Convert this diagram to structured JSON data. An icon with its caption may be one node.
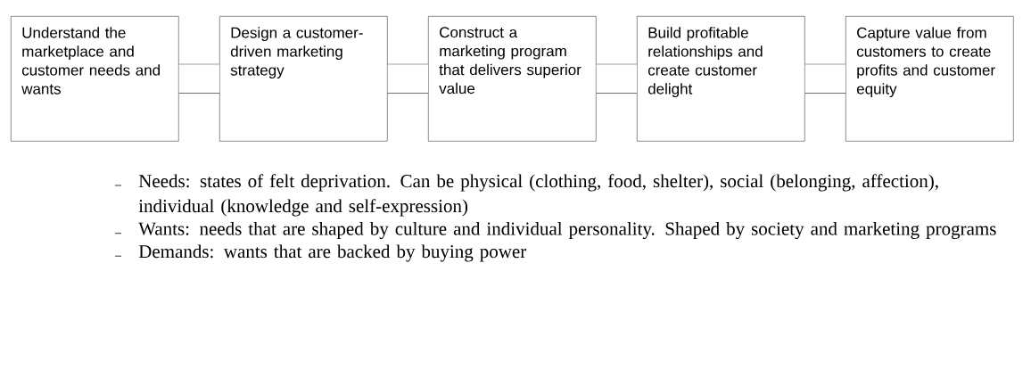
{
  "diagram": {
    "nodes": [
      {
        "text": [
          "Understand the marketplace and customer needs and wants"
        ]
      },
      {
        "text": [
          "Design a customer-driven marketing strategy"
        ]
      },
      {
        "text": [
          "Construct a marketing program that delivers superior value"
        ]
      },
      {
        "text": [
          "Build profitable relationships and create customer delight"
        ]
      },
      {
        "text": [
          "Capture value from customers to create profits and customer equity"
        ]
      }
    ],
    "edges": [
      {
        "from": 0,
        "to": 1,
        "arrow": "none"
      },
      {
        "from": 1,
        "to": 2,
        "arrow": "none"
      },
      {
        "from": 2,
        "to": 3,
        "arrow": "none"
      },
      {
        "from": 3,
        "to": 4,
        "arrow": "none"
      }
    ],
    "labels": [
      "Needs: states of felt deprivation. Can be physical (clothing, food, shelter), social (belonging, affection), individual (knowledge and self-expression)",
      "Wants: needs that are shaped by culture and individual personality. Shaped by society and marketing programs",
      "Demands: wants that are backed by buying power"
    ]
  }
}
